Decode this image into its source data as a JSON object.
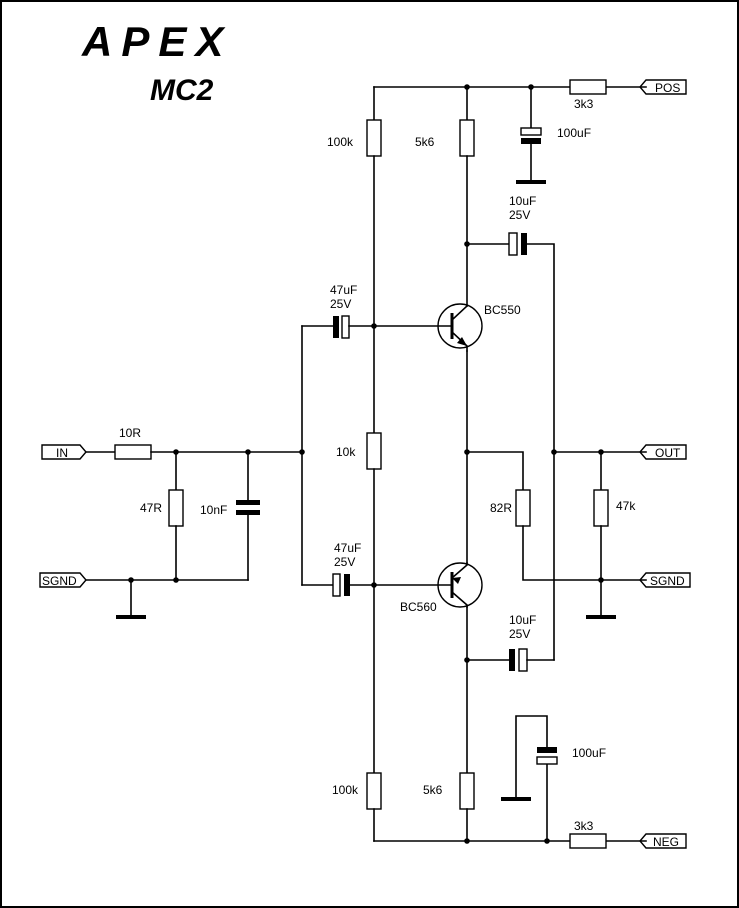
{
  "brand": {
    "logo_text": "APEX",
    "model": "MC2"
  },
  "ports": {
    "pos": "POS",
    "neg": "NEG",
    "in": "IN",
    "out": "OUT",
    "sgnd_left": "SGND",
    "sgnd_right": "SGND"
  },
  "components": {
    "r_bias_top": "100k",
    "r_collector_top": "5k6",
    "r_supply_top": "3k3",
    "c_supply_top": "100uF",
    "c_coupling_top_value": "10uF",
    "c_coupling_top_voltage": "25V",
    "c_in_top_value": "47uF",
    "c_in_top_voltage": "25V",
    "q_top": "BC550",
    "r_input_series": "10R",
    "r_input_shunt": "47R",
    "c_input_shunt": "10nF",
    "r_bias_mid": "10k",
    "r_feedback": "82R",
    "r_output_load": "47k",
    "c_in_bottom_value": "47uF",
    "c_in_bottom_voltage": "25V",
    "q_bottom": "BC560",
    "c_coupling_bottom_value": "10uF",
    "c_coupling_bottom_voltage": "25V",
    "c_supply_bottom": "100uF",
    "r_bias_bottom": "100k",
    "r_collector_bottom": "5k6",
    "r_supply_bottom": "3k3"
  }
}
